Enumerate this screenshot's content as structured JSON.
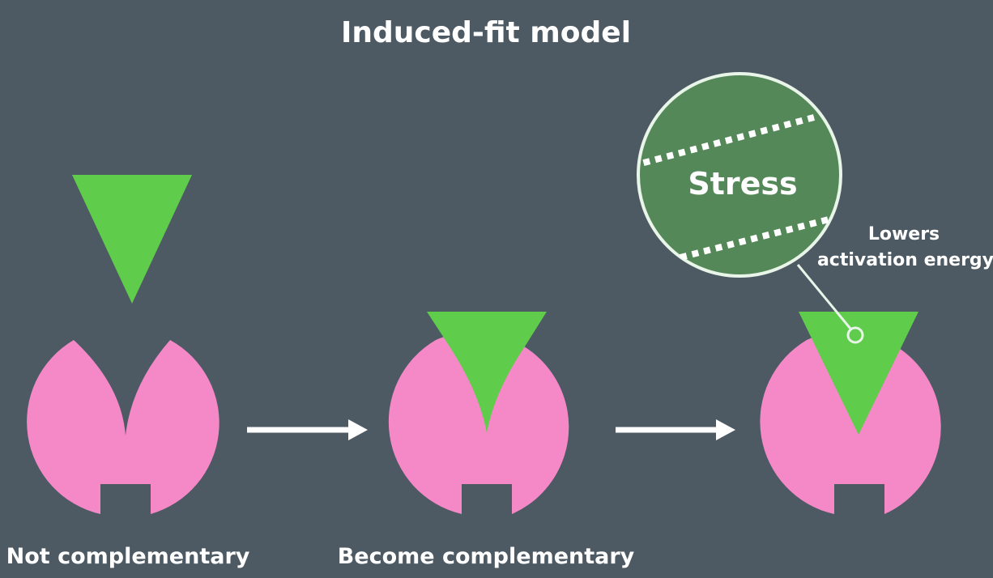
{
  "title": "Induced-fit model",
  "stages": [
    {
      "label": "Not complementary"
    },
    {
      "label": "Become complementary"
    },
    {
      "label": ""
    }
  ],
  "callout": {
    "text": "Stress",
    "note_line1": "Lowers",
    "note_line2": "activation energy"
  },
  "colors": {
    "background": "#4d5a63",
    "enzyme": "#f589c8",
    "substrate": "#5fcc4b",
    "callout_fill": "#558859",
    "callout_stroke": "#e8f5e8",
    "text": "#ffffff"
  },
  "icons": {
    "arrow_1": "right-arrow-icon",
    "arrow_2": "right-arrow-icon"
  }
}
